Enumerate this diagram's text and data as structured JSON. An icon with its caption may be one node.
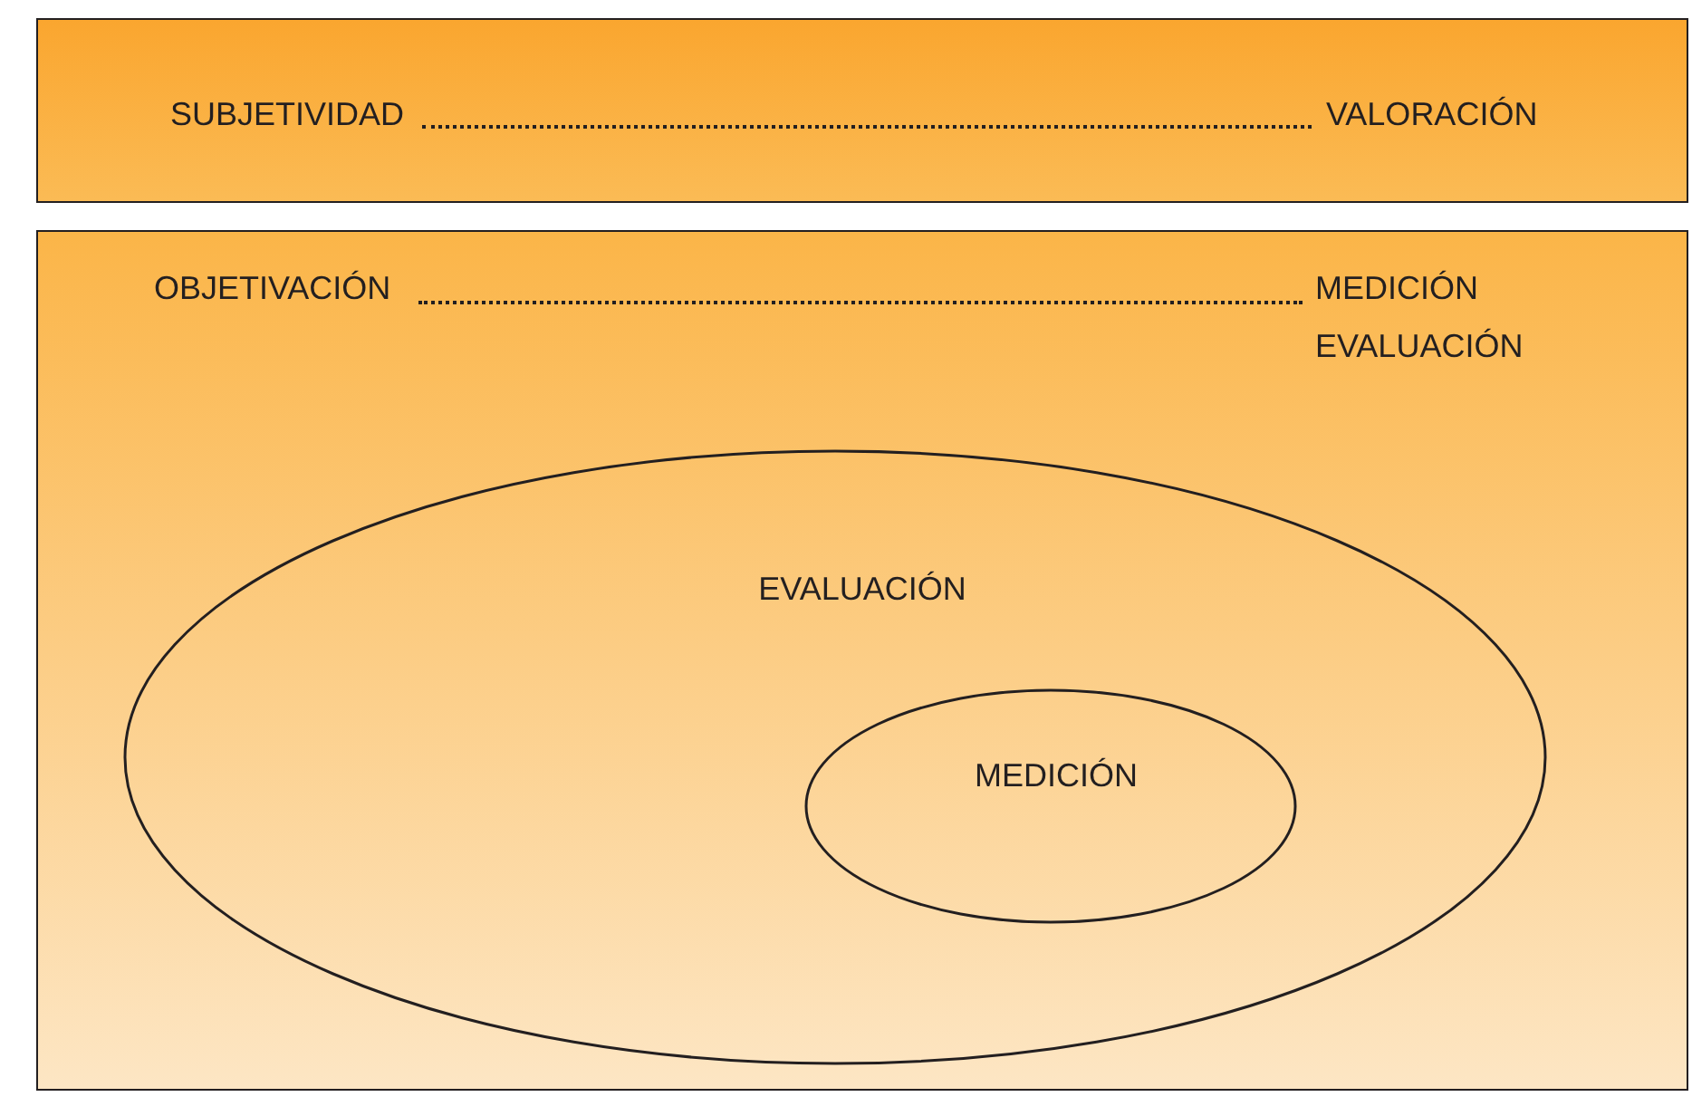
{
  "diagram": {
    "nodes": [
      {
        "text": [
          "SUBJETIVIDAD",
          "VALORACIÓN"
        ]
      },
      {
        "text": [
          "OBJETIVACIÓN",
          "MEDICIÓN EVALUACIÓN"
        ]
      },
      {
        "text": [
          "EVALUACIÓN"
        ],
        "in": 1
      },
      {
        "text": [
          "MEDICIÓN"
        ],
        "in": 2
      }
    ]
  }
}
